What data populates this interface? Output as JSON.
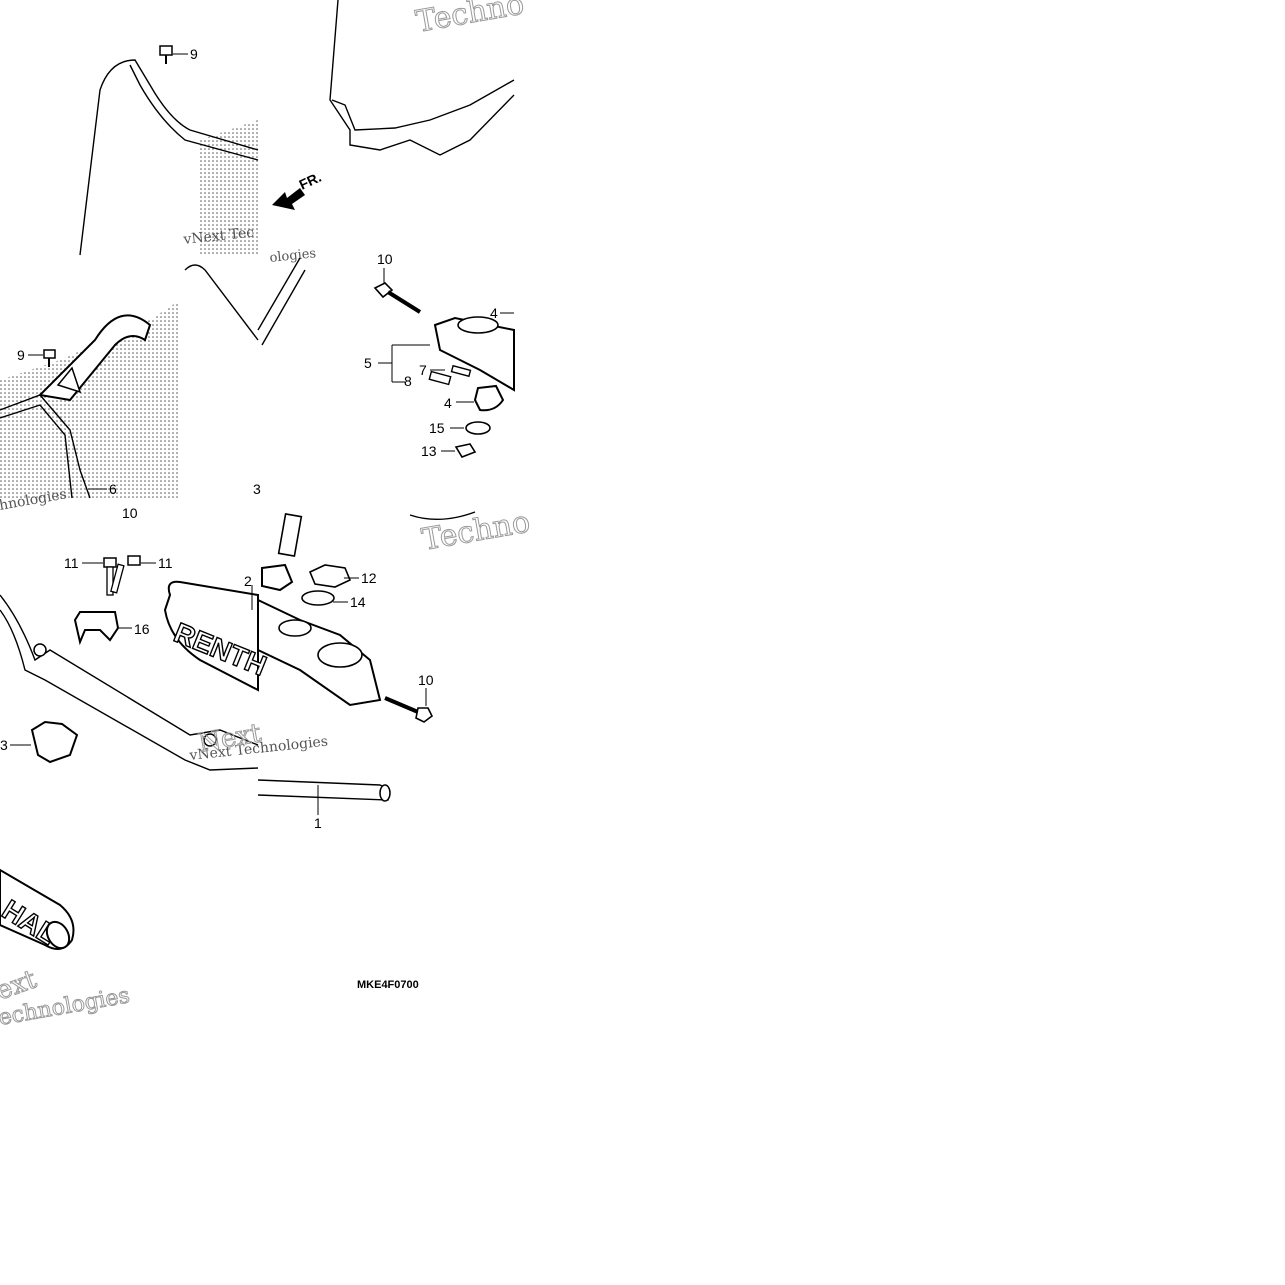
{
  "diagram": {
    "code": "MKE4F0700",
    "direction_label": "FR.",
    "watermarks": {
      "brand_large": "Techno",
      "brand_small": "vNext Tec",
      "brand_small_2": "vNext Technologies",
      "suffix": "ologies",
      "suffix_2": "hnologies",
      "fragment_next": "Next",
      "fragment_ext": "ext",
      "fragment_tech": "echnologies",
      "fragment_technolo": "Technologies"
    },
    "callouts": [
      {
        "id": "c9a",
        "text": "9"
      },
      {
        "id": "c10a",
        "text": "10"
      },
      {
        "id": "c4a",
        "text": "4"
      },
      {
        "id": "c5",
        "text": "5"
      },
      {
        "id": "c7",
        "text": "7"
      },
      {
        "id": "c8",
        "text": "8"
      },
      {
        "id": "c4b",
        "text": "4"
      },
      {
        "id": "c15",
        "text": "15"
      },
      {
        "id": "c13",
        "text": "13"
      },
      {
        "id": "c9b",
        "text": "9"
      },
      {
        "id": "c6",
        "text": "6"
      },
      {
        "id": "c3a",
        "text": "3"
      },
      {
        "id": "c10b",
        "text": "10"
      },
      {
        "id": "c11a",
        "text": "11"
      },
      {
        "id": "c11b",
        "text": "11"
      },
      {
        "id": "c16",
        "text": "16"
      },
      {
        "id": "c2",
        "text": "2"
      },
      {
        "id": "c12",
        "text": "12"
      },
      {
        "id": "c14",
        "text": "14"
      },
      {
        "id": "c10c",
        "text": "10"
      },
      {
        "id": "c3b",
        "text": "3"
      },
      {
        "id": "c1",
        "text": "1"
      }
    ],
    "grip_brand_top": "RENTH",
    "grip_brand_bottom": "HAL"
  }
}
